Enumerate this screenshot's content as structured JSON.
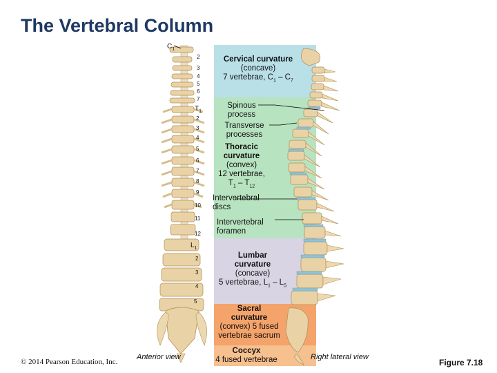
{
  "title": "The Vertebral Column",
  "vertebra_labels": {
    "c1": "C",
    "c1_sub": "1",
    "c2": "2",
    "c3": "3",
    "c4": "4",
    "c5": "5",
    "c6": "6",
    "c7": "7",
    "t1": "T",
    "t1_sub": "1",
    "t2": "2",
    "t3": "3",
    "t4": "4",
    "t5": "5",
    "t6": "6",
    "t7": "7",
    "t8": "8",
    "t9": "9",
    "t10": "10",
    "t11": "11",
    "t12": "12",
    "l1": "L",
    "l1_sub": "1",
    "l2": "2",
    "l3": "3",
    "l4": "4",
    "l5": "5"
  },
  "regions": {
    "cervical": {
      "heading": "Cervical curvature",
      "line1": "(concave)",
      "line2": "7 vertebrae, C",
      "sub1": "1",
      "dash": " – C",
      "sub2": "7"
    },
    "spinous": {
      "line1": "Spinous",
      "line2": "process"
    },
    "transverse": {
      "line1": "Transverse",
      "line2": "processes"
    },
    "thoracic": {
      "heading1": "Thoracic",
      "heading2": "curvature",
      "line1": "(convex)",
      "line2": "12 vertebrae,",
      "line3": "T",
      "sub1": "1",
      "dash": " – T",
      "sub2": "12"
    },
    "discs": {
      "line1": "Intervertebral",
      "line2": "discs"
    },
    "foramen": {
      "line1": "Intervertebral",
      "line2": "foramen"
    },
    "lumbar": {
      "heading1": "Lumbar",
      "heading2": "curvature",
      "line1": "(concave)",
      "line2": "5 vertebrae, L",
      "sub1": "1",
      "dash": " – L",
      "sub2": "5"
    },
    "sacral": {
      "heading1": "Sacral",
      "heading2": "curvature",
      "line1": "(convex) 5 fused",
      "line2": "vertebrae sacrum"
    },
    "coccyx": {
      "heading": "Coccyx",
      "line1": "4 fused vertebrae"
    }
  },
  "captions": {
    "anterior": "Anterior view",
    "lateral": "Right lateral view",
    "copyright": "© 2014 Pearson Education, Inc.",
    "figure": "Figure 7.18"
  },
  "colors": {
    "title": "#1f3864",
    "cervical_band": "#b9dfe7",
    "thoracic_band": "#b7e3c0",
    "lumbar_band": "#d9d4e3",
    "sacral_band": "#f4a36a",
    "coccyx_band": "#f6c08f",
    "bone": "#e9d3a6",
    "disc": "#8fc3d9"
  }
}
